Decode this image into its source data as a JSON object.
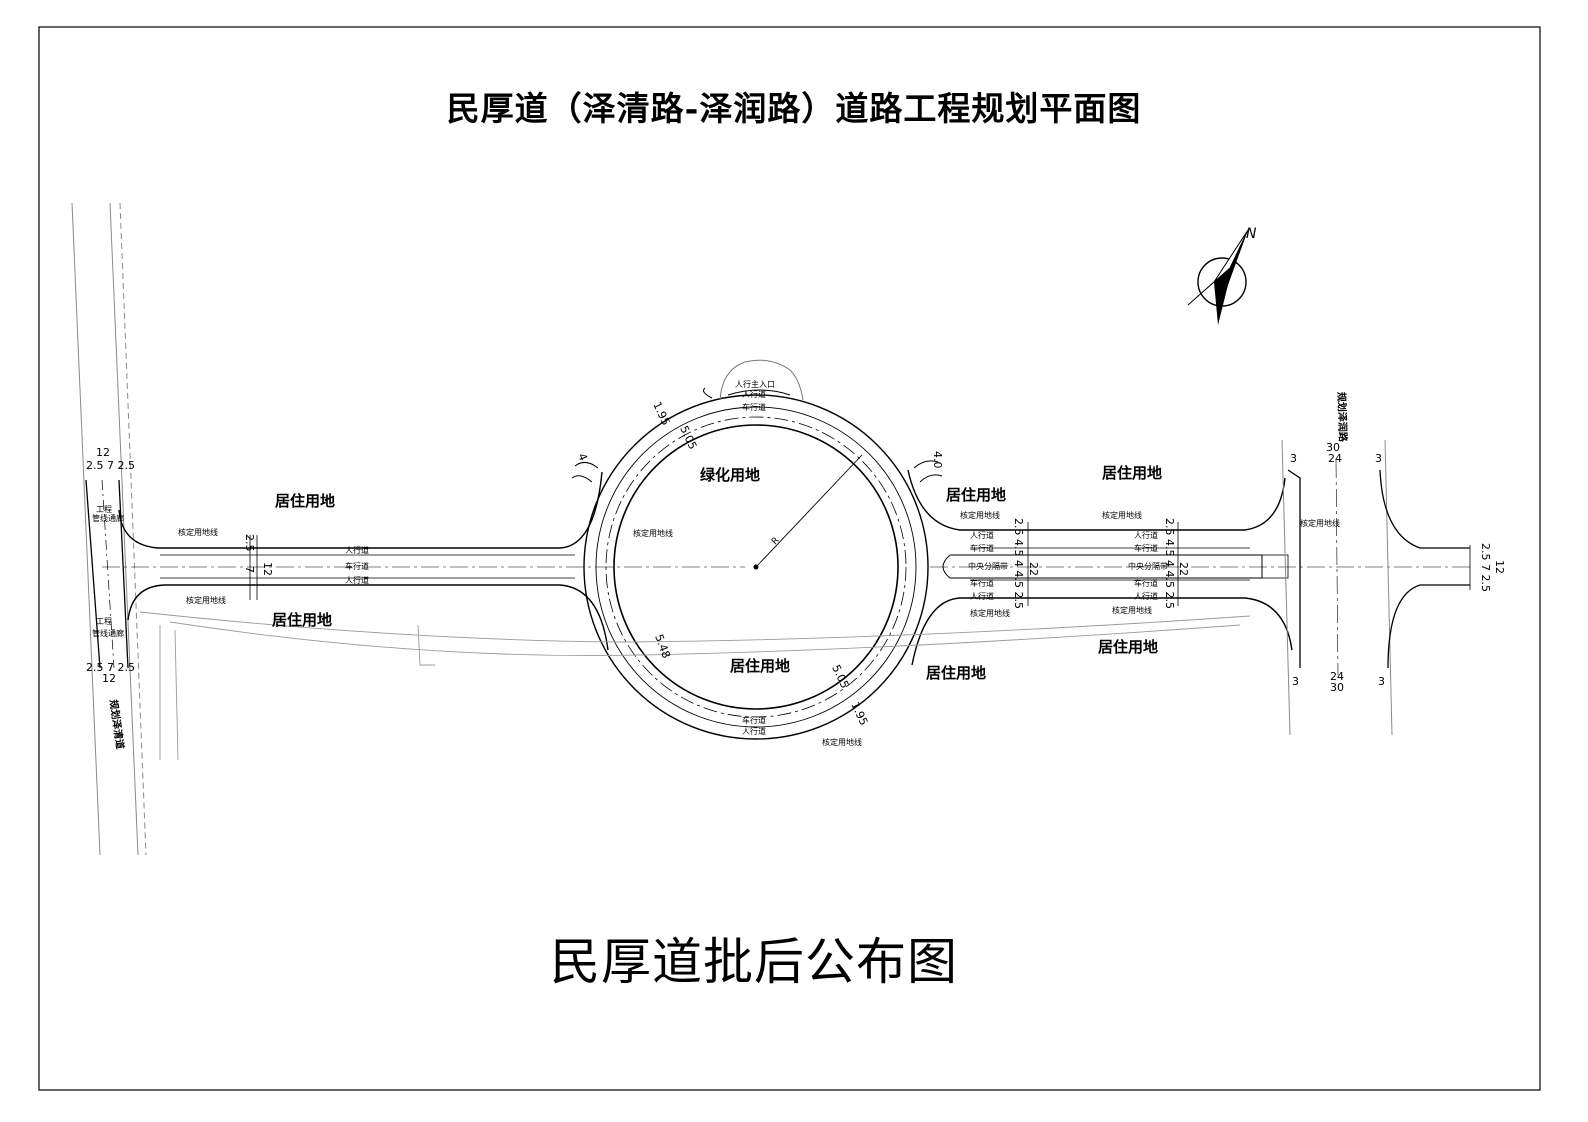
{
  "title": "民厚道（泽清路-泽润路）道路工程规划平面图",
  "publish_title": "民厚道批后公布图",
  "north_label": "N",
  "land_use": {
    "green": "绿化用地",
    "residential": "居住用地"
  },
  "labels": {
    "pedestrian_entrance": "人行主入口",
    "sidewalk": "人行道",
    "carriageway": "车行道",
    "median": "中央分隔带",
    "planned_land_line": "核定用地线",
    "ramp": "工程",
    "pipe_corridor": "管线通廊",
    "west_road": "规划泽清道",
    "east_road": "规划泽润路",
    "radius": "R"
  },
  "dimensions": {
    "west_total": "12",
    "west_parts": "2.5 7 2.5",
    "west_total_bottom": "12",
    "west_parts_bottom": "2.5 7 2.5",
    "road_left": "12",
    "road_left_side": "2.5",
    "road_left_mid": "7",
    "ring_outer": "1.95",
    "ring_inner": "5.05",
    "ring_bottom_a": "5.05",
    "ring_bottom_b": "1.95",
    "ring_5_48": "5.48",
    "branch_left": "4",
    "branch_right": "4.0",
    "road_right_total": "22",
    "road_right_parts": "2.5 4.5 4 4.5 2.5",
    "east_total_top": "30",
    "east_inner_top": "24",
    "east_side": "3",
    "east_total_bottom": "30",
    "east_inner_bottom": "24",
    "east_right_total": "12",
    "east_right_parts": "2.5 7 2.5"
  },
  "colors": {
    "line": "#000000",
    "paper": "#ffffff",
    "faint": "#9a9a9a"
  }
}
